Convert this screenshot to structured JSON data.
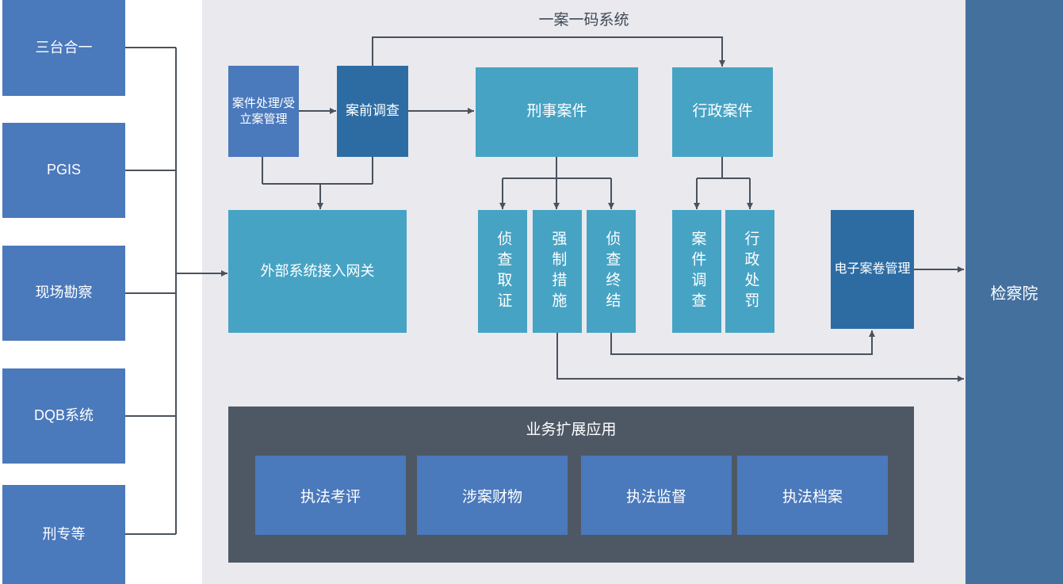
{
  "title": "一案一码系统",
  "left_systems": [
    {
      "label": "三台合一"
    },
    {
      "label": "PGIS"
    },
    {
      "label": "现场勘察"
    },
    {
      "label": "DQB系统"
    },
    {
      "label": "刑专等"
    }
  ],
  "nodes": {
    "case_handling": {
      "label": "案件处理/受立案管理"
    },
    "pre_case_investigation": {
      "label": "案前调查"
    },
    "criminal_case": {
      "label": "刑事案件"
    },
    "administrative_case": {
      "label": "行政案件"
    },
    "external_gateway": {
      "label": "外部系统接入网关"
    },
    "evidence_collection": {
      "label": "侦查取证"
    },
    "coercive_measures": {
      "label": "强制措施"
    },
    "investigation_conclusion": {
      "label": "侦查终结"
    },
    "case_inquiry": {
      "label": "案件调查"
    },
    "administrative_penalty": {
      "label": "行政处罚"
    },
    "e_case_file": {
      "label": "电子案卷管理"
    },
    "procuratorate": {
      "label": "检察院"
    }
  },
  "extension_panel": {
    "title": "业务扩展应用",
    "items": [
      {
        "label": "执法考评"
      },
      {
        "label": "涉案财物"
      },
      {
        "label": "执法监督"
      },
      {
        "label": "执法档案"
      }
    ]
  },
  "colors": {
    "panel_bg": "#e9e9ee",
    "blue_box": "#4a79bc",
    "teal_box": "#47a3c4",
    "navy_box": "#2d6ca3",
    "right_bar": "#44709e",
    "dark_panel": "#4e5865",
    "connector": "#4a525c",
    "title_text": "#3f4a54"
  }
}
